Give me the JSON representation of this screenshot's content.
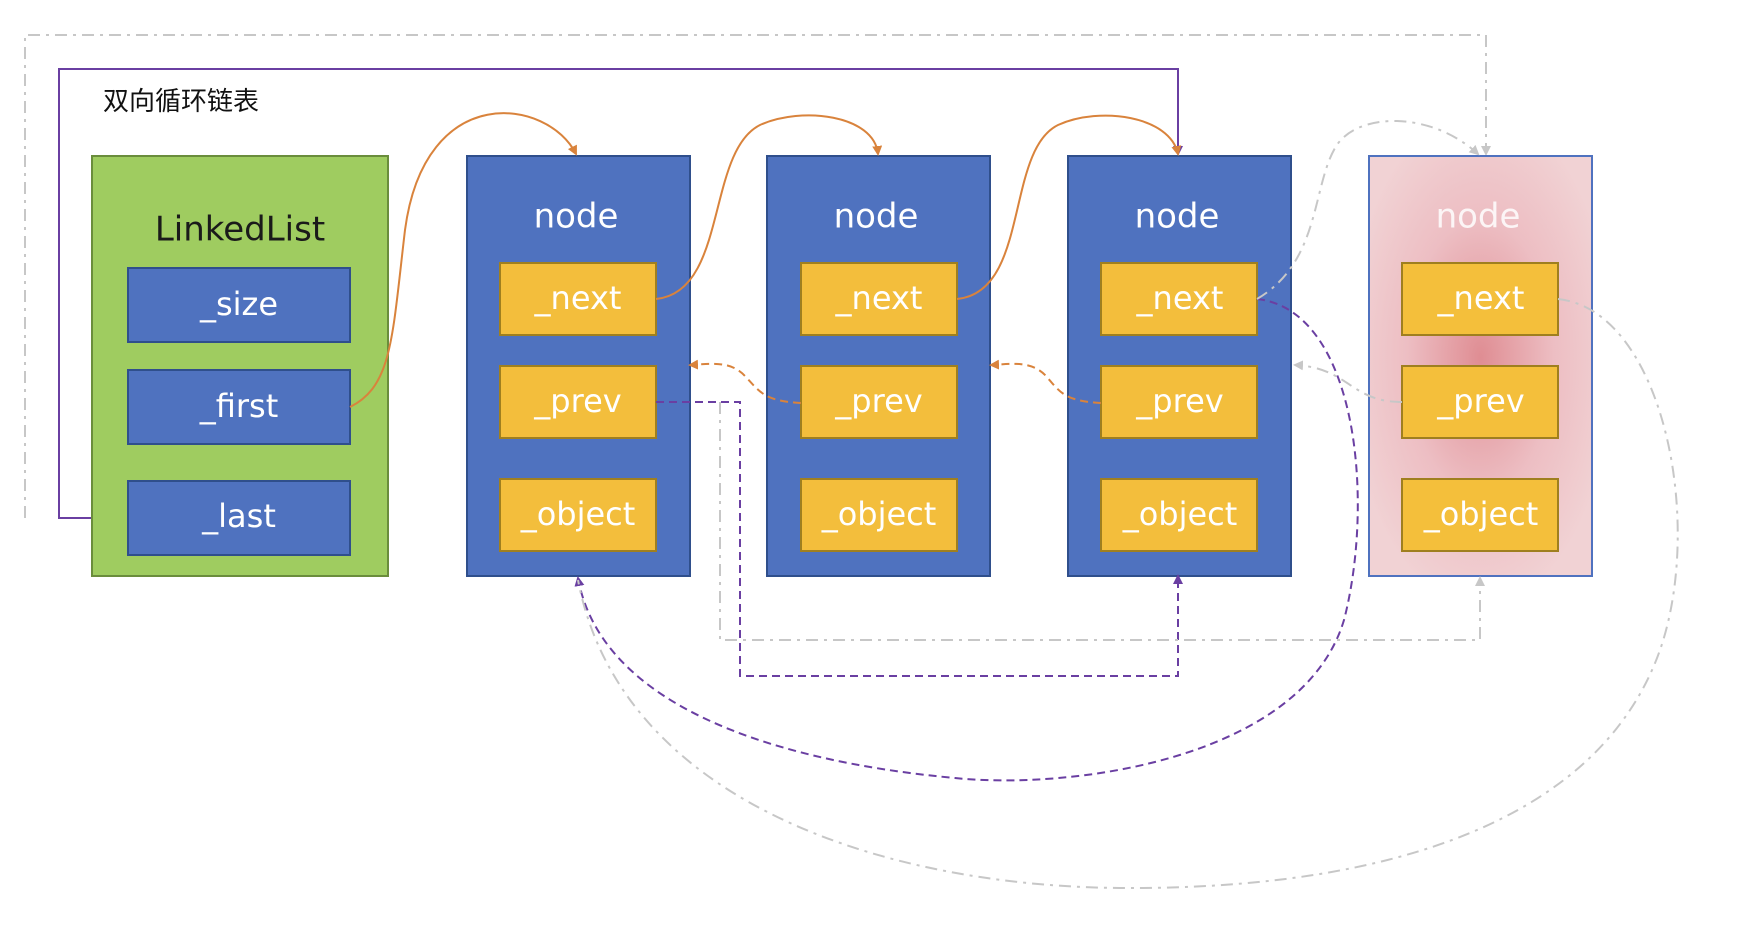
{
  "diagram": {
    "title": "双向循环链表",
    "linked_list": {
      "title": "LinkedList",
      "fields": [
        "_size",
        "_first",
        "_last"
      ]
    },
    "nodes": [
      {
        "title": "node",
        "fields": [
          "_next",
          "_prev",
          "_object"
        ]
      },
      {
        "title": "node",
        "fields": [
          "_next",
          "_prev",
          "_object"
        ]
      },
      {
        "title": "node",
        "fields": [
          "_next",
          "_prev",
          "_object"
        ]
      },
      {
        "title": "node",
        "fields": [
          "_next",
          "_prev",
          "_object"
        ]
      }
    ]
  },
  "colors": {
    "linked_list_fill": "#9fcc60",
    "node_fill": "#4f72bf",
    "field_fill": "#f3be3c",
    "ghost_node_fill": "#f1d2d4",
    "ghost_node_center": "#df8d93",
    "ghost_field_fill": "#f4bf3b",
    "next_arrow": "#d9833c",
    "purple_arrow": "#6a3fa2",
    "gray_arrow": "#c7c7c7"
  },
  "icons": {
    "arrowhead": "triangle-arrowhead"
  }
}
